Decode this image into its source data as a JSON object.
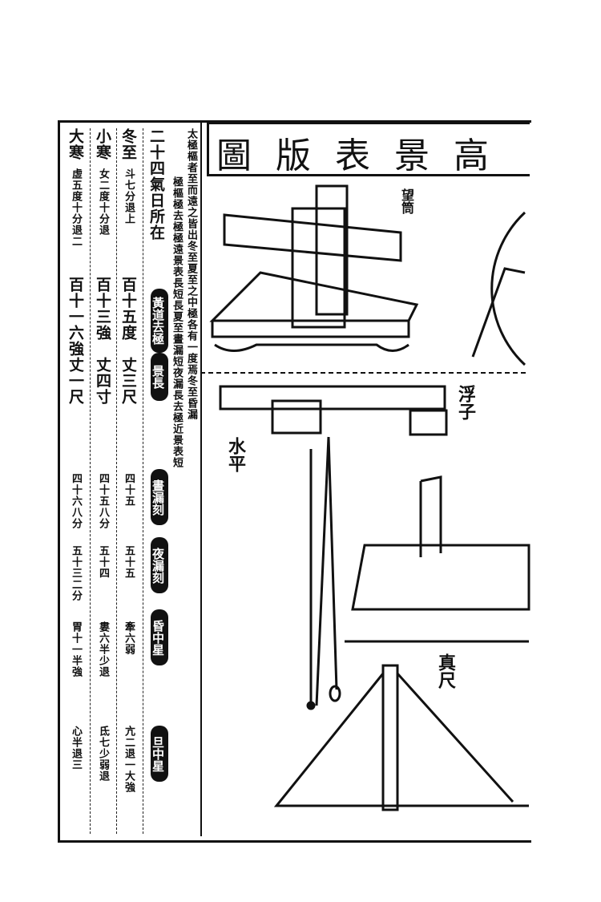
{
  "title": "圖版表景高",
  "labels": {
    "sight_tube": "望筒",
    "float": "浮子",
    "level": "水平",
    "true_ruler": "真尺"
  },
  "notes": [
    "太極樞者至而遠之皆出冬至夏至之中極各有一度焉冬至昏漏",
    "極樞極去極極遠景表長短長夏至晝漏短夜漏長去極近景表短"
  ],
  "row_header": "二十四氣日所在",
  "row_labels": [
    "黃道去極",
    "景長",
    "晝漏刻",
    "夜漏刻",
    "昏中星",
    "旦中星"
  ],
  "terms": [
    {
      "name": "冬至",
      "sun": "斗七分退上",
      "polar": "百十五度",
      "shadow": "丈三尺",
      "day": "四十五",
      "night": "五十五",
      "dusk": "牽六弱",
      "dawn": "亢二退一大強"
    },
    {
      "name": "小寒",
      "sun": "女二度十分退",
      "polar": "百十三強",
      "shadow": "丈四寸",
      "day": "四十五八分",
      "night": "五十四",
      "dusk": "婁六半少退",
      "dawn": "氐七少弱退"
    },
    {
      "name": "大寒",
      "sun": "虛五度十分退二",
      "polar": "百十一六強",
      "shadow": "丈一尺",
      "day": "四十六八分",
      "night": "五十三二分",
      "dusk": "胃十一半強",
      "dawn": "心半退三"
    }
  ]
}
